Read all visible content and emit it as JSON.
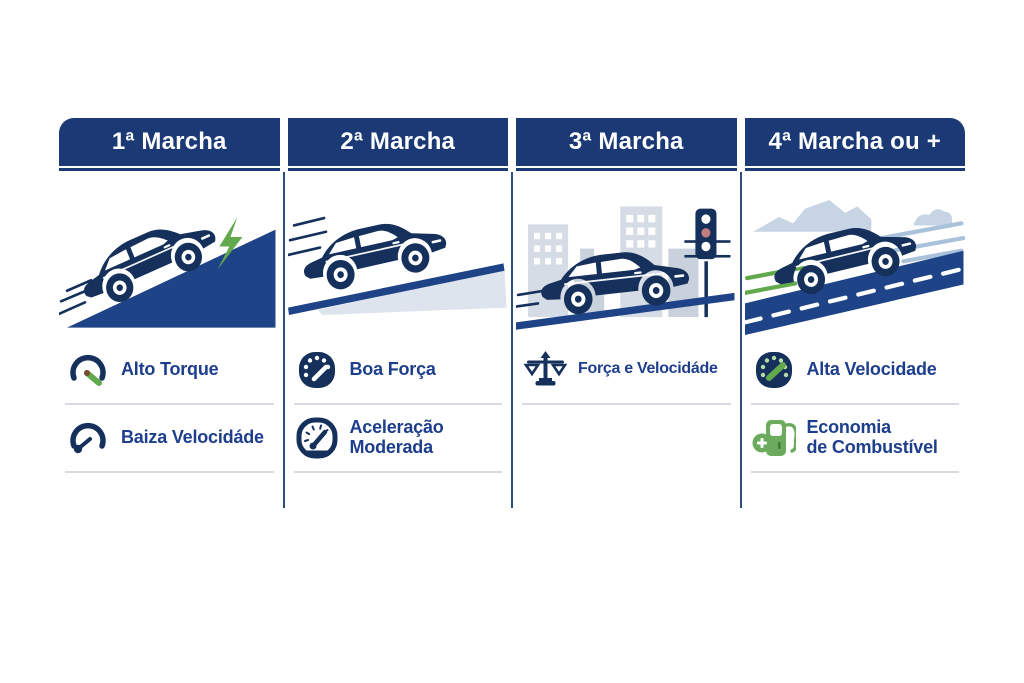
{
  "colors": {
    "navy_header": "#1b3a75",
    "navy_car": "#16305c",
    "navy_road": "#1f4387",
    "blue_label": "#1d3e8c",
    "divider": "#2c4c82",
    "rule_gray": "#d7dbe1",
    "light_wedge": "#dde4ee",
    "building": "#d6dce5",
    "building2": "#c9d2dc",
    "cloud": "#c7d4e4",
    "streak_blue": "#a9c2da",
    "green": "#62a94e",
    "green_pump": "#6cab5e",
    "red_light": "#c27d7d",
    "needle_hub_brown": "#7a4b2e"
  },
  "columns": [
    {
      "header": "1ª Marcha",
      "scene": "car-climbing-steep-hill",
      "features": [
        {
          "icon": "torque-gauge-icon",
          "label": "Alto Torque"
        },
        {
          "icon": "low-speed-gauge-icon",
          "label": "Baiza Velocidáde"
        }
      ]
    },
    {
      "header": "2ª Marcha",
      "scene": "car-climbing-moderate-slope",
      "features": [
        {
          "icon": "speed-power-gauge-icon",
          "label": "Boa Força"
        },
        {
          "icon": "moderate-acceleration-gauge-icon",
          "label": "Aceleração\nModerada"
        }
      ]
    },
    {
      "header": "3ª Marcha",
      "scene": "car-on-city-street",
      "features": [
        {
          "icon": "balance-scale-icon",
          "label": "Força e Velocidáde"
        }
      ]
    },
    {
      "header": "4ª Marcha ou +",
      "scene": "car-on-highway",
      "features": [
        {
          "icon": "high-speed-gauge-icon",
          "label": "Alta Velocidade"
        },
        {
          "icon": "fuel-economy-pump-icon",
          "label": "Economia\nde Combustível"
        }
      ]
    }
  ]
}
